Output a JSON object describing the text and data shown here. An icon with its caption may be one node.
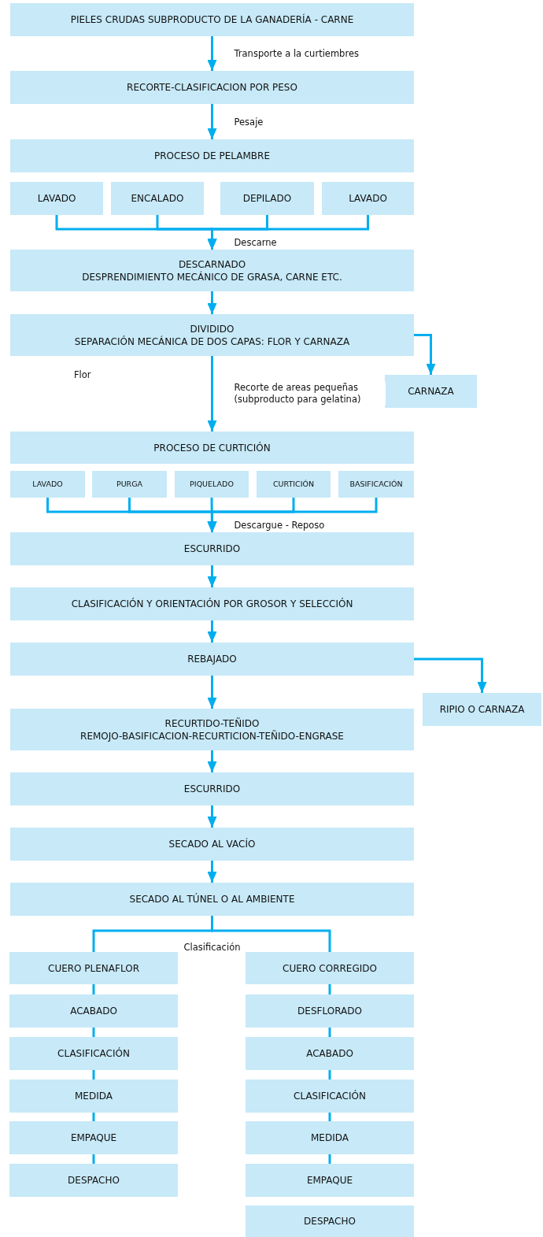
{
  "diagram": {
    "nodes": [
      {
        "text": [
          "PIELES CRUDAS SUBPRODUCTO DE LA GANADERÍA - CARNE"
        ]
      },
      {
        "text": [
          "RECORTE-CLASIFICACION POR PESO"
        ]
      },
      {
        "text": [
          "PROCESO DE PELAMBRE"
        ]
      },
      {
        "text": [
          "LAVADO"
        ]
      },
      {
        "text": [
          "ENCALADO"
        ]
      },
      {
        "text": [
          "DEPILADO"
        ]
      },
      {
        "text": [
          "LAVADO"
        ]
      },
      {
        "text": [
          "DESCARNADO",
          "DESPRENDIMIENTO MECÁNICO DE GRASA, CARNE ETC."
        ]
      },
      {
        "text": [
          "DIVIDIDO",
          "SEPARACIÓN MECÁNICA DE DOS CAPAS: FLOR Y CARNAZA"
        ]
      },
      {
        "text": [
          "CARNAZA"
        ]
      },
      {
        "text": [
          "PROCESO DE CURTICIÓN"
        ]
      },
      {
        "text": [
          "LAVADO"
        ]
      },
      {
        "text": [
          "PURGA"
        ]
      },
      {
        "text": [
          "PIQUELADO"
        ]
      },
      {
        "text": [
          "CURTICIÓN"
        ]
      },
      {
        "text": [
          "BASIFICACIÓN"
        ]
      },
      {
        "text": [
          "ESCURRIDO"
        ]
      },
      {
        "text": [
          "CLASIFICACIÓN Y ORIENTACIÓN POR GROSOR Y SELECCIÓN"
        ]
      },
      {
        "text": [
          "REBAJADO"
        ]
      },
      {
        "text": [
          "RIPIO O CARNAZA"
        ]
      },
      {
        "text": [
          "RECURTIDO-TEÑIDO",
          "REMOJO-BASIFICACION-RECURTICION-TEÑIDO-ENGRASE"
        ]
      },
      {
        "text": [
          "ESCURRIDO"
        ]
      },
      {
        "text": [
          "SECADO AL VACÍO"
        ]
      },
      {
        "text": [
          "SECADO AL TÚNEL O AL AMBIENTE"
        ]
      },
      {
        "text": [
          "CUERO PLENAFLOR"
        ]
      },
      {
        "text": [
          "ACABADO"
        ]
      },
      {
        "text": [
          "CLASIFICACIÓN"
        ]
      },
      {
        "text": [
          "MEDIDA"
        ]
      },
      {
        "text": [
          "EMPAQUE"
        ]
      },
      {
        "text": [
          "DESPACHO"
        ]
      },
      {
        "text": [
          "CUERO CORREGIDO"
        ]
      },
      {
        "text": [
          "DESFLORADO"
        ]
      },
      {
        "text": [
          "ACABADO"
        ]
      },
      {
        "text": [
          "CLASIFICACIÓN"
        ]
      },
      {
        "text": [
          "MEDIDA"
        ]
      },
      {
        "text": [
          "EMPAQUE"
        ]
      },
      {
        "text": [
          "DESPACHO"
        ]
      }
    ],
    "edges": [
      {
        "from": 0,
        "to": 1,
        "arrow": "to",
        "label": "Transporte a la curtiembres"
      },
      {
        "from": 1,
        "to": 2,
        "arrow": "to",
        "label": "Pesaje"
      },
      {
        "from": 3,
        "to": 7,
        "arrow": "to"
      },
      {
        "from": 4,
        "to": 7,
        "arrow": "to"
      },
      {
        "from": 5,
        "to": 7,
        "arrow": "to",
        "label": "Descarne"
      },
      {
        "from": 6,
        "to": 7,
        "arrow": "to"
      },
      {
        "from": 7,
        "to": 8,
        "arrow": "to"
      },
      {
        "from": 8,
        "to": 9,
        "arrow": "to"
      },
      {
        "from": 8,
        "to": 10,
        "arrow": "to",
        "label": "Recorte de areas pequeñas (subproducto para gelatina)"
      },
      {
        "from": 11,
        "to": 16,
        "arrow": "to"
      },
      {
        "from": 12,
        "to": 16,
        "arrow": "to"
      },
      {
        "from": 13,
        "to": 16,
        "arrow": "to"
      },
      {
        "from": 14,
        "to": 16,
        "arrow": "to",
        "label": "Descargue - Reposo"
      },
      {
        "from": 15,
        "to": 16,
        "arrow": "to"
      },
      {
        "from": 16,
        "to": 17,
        "arrow": "to"
      },
      {
        "from": 17,
        "to": 18,
        "arrow": "to"
      },
      {
        "from": 18,
        "to": 19,
        "arrow": "to"
      },
      {
        "from": 18,
        "to": 20,
        "arrow": "to"
      },
      {
        "from": 20,
        "to": 21,
        "arrow": "to"
      },
      {
        "from": 21,
        "to": 22,
        "arrow": "to"
      },
      {
        "from": 22,
        "to": 23,
        "arrow": "to"
      },
      {
        "from": 23,
        "to": 24,
        "arrow": "none",
        "label": "Clasificación"
      },
      {
        "from": 23,
        "to": 30,
        "arrow": "none"
      },
      {
        "from": 24,
        "to": 25,
        "arrow": "none"
      },
      {
        "from": 25,
        "to": 26,
        "arrow": "none"
      },
      {
        "from": 26,
        "to": 27,
        "arrow": "none"
      },
      {
        "from": 27,
        "to": 28,
        "arrow": "none"
      },
      {
        "from": 28,
        "to": 29,
        "arrow": "none"
      },
      {
        "from": 30,
        "to": 31,
        "arrow": "none"
      },
      {
        "from": 31,
        "to": 32,
        "arrow": "none"
      },
      {
        "from": 32,
        "to": 33,
        "arrow": "none"
      },
      {
        "from": 33,
        "to": 34,
        "arrow": "none"
      },
      {
        "from": 34,
        "to": 35,
        "arrow": "none"
      }
    ],
    "labels": [
      "Flor"
    ]
  }
}
